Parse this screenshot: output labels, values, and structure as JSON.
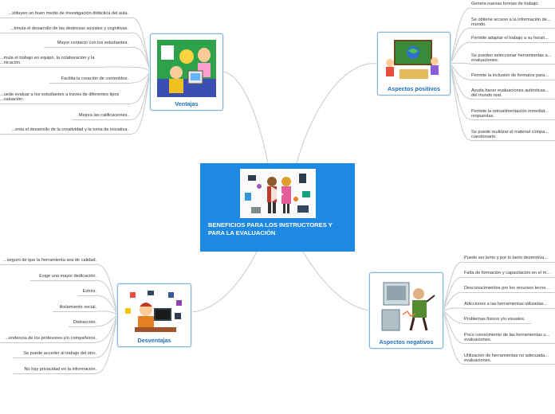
{
  "central": {
    "title": "BENEFICIOS PARA LOS INSTRUCTORES Y PARA LA EVALUACIÓN",
    "image_icon": "people-with-devices-illustration",
    "play_icon": "play-icon"
  },
  "ventajas": {
    "label": "Ventajas",
    "image_icon": "kids-at-computer-illustration",
    "items": [
      "...stituyen un buen medio de investigación didáctica del aula.",
      "...timula el desarrollo de las destrezas sociales y cognitivas.",
      "Mayor contacto con los estudiantes.",
      "...mula el trabajo en equipo, la colaboración y la\n...nicación.",
      "Facilita la creación de contenidos.",
      "...uede evaluar a los estudiantes a través de diferentes tipos\n...valuación.",
      "Mejora las calificaciones.",
      "...enta el desarrollo de la creatividad y la toma de iniciativa."
    ]
  },
  "desventajas": {
    "label": "Desventajas",
    "image_icon": "stressed-person-illustration",
    "items": [
      "...seguro de que la herramienta sea de calidad.",
      "Exige una mayor dedicación.",
      "Estrés.",
      "Aislamiento social.",
      "Distracción.",
      "...endencia de los profesores y/o compañeros.",
      "Se puede acceder al trabajo del otro.",
      "No hay privacidad en la información."
    ]
  },
  "positivos": {
    "label": "Aspectos positivos",
    "image_icon": "classroom-board-illustration",
    "items": [
      "Genera nuevas formas de trabajo.",
      "Se obtiene acceso a la información de...\nmundo.",
      "Permite adaptar el trabajo a su horari...",
      "Se pueden seleccionar herramientas a...\nevaluaciones.",
      "Permite la inclusión de formatos para...",
      "Ayuda hacer evaluaciones auténticas...\ndel mundo real.",
      "Permite la retroalimentación inmediat...\nrespuestas.",
      "Se puede reutilizar el material compa...\ncuestionario."
    ]
  },
  "negativos": {
    "label": "Aspectos negativos",
    "image_icon": "broken-computer-illustration",
    "items": [
      "Puede ser lento y por lo tanto desmotiva...",
      "Falta de formación y capacitación en el m...",
      "Desconocimientos por los recursos tecno...",
      "Adicciones a las herramientas utilizadas...",
      "Problemas físicos y/o visuales.",
      "Poco conocimiento de las herramientas u...\nevaluaciones.",
      "Utilización de herramientas no adecuada...\nevaluaciones."
    ]
  },
  "colors": {
    "central_bg": "#1e88e5",
    "node_border": "#7fb2dc",
    "node_label": "#1f6fb8",
    "link": "#c9c9c9"
  }
}
